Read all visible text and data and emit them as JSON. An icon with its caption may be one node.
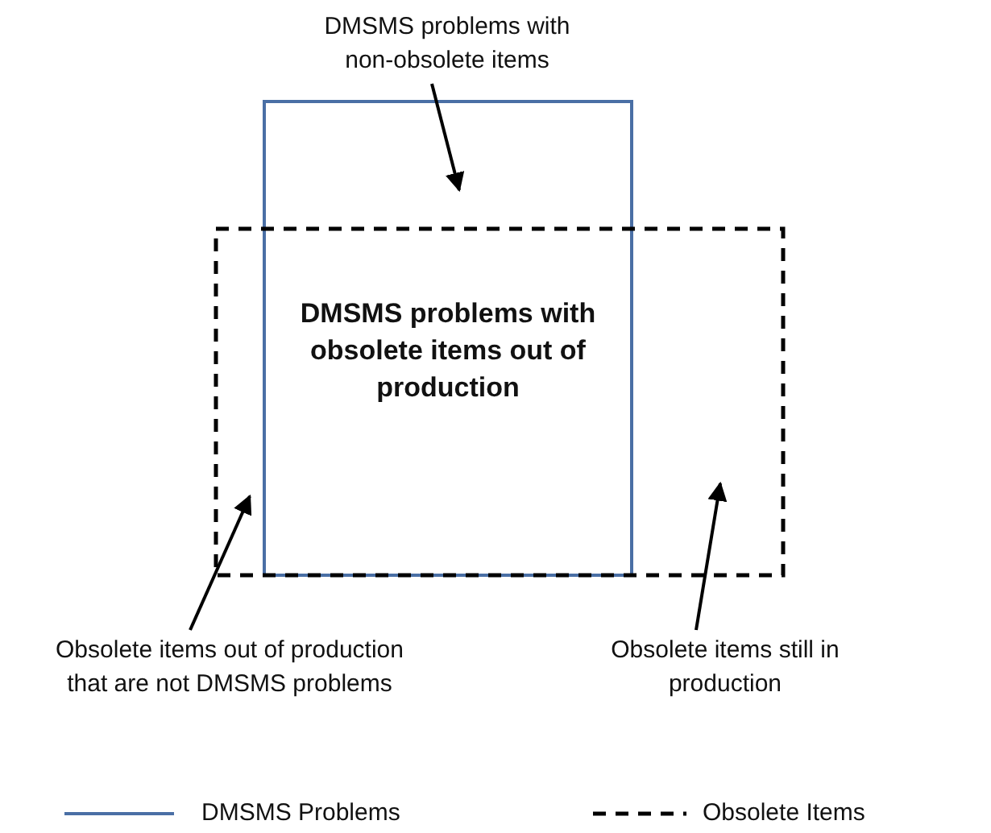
{
  "diagram": {
    "nodes": [
      {
        "text": [
          "DMSMS problems with non-obsolete items"
        ]
      },
      {
        "text": [],
        "shape": "box"
      },
      {
        "text": [],
        "shape": "box"
      },
      {
        "text": [
          "DMSMS problems with obsolete items out of production"
        ]
      },
      {
        "text": [
          "Obsolete items out of production that are not DMSMS problems"
        ]
      },
      {
        "text": [
          "Obsolete items still in production"
        ]
      }
    ],
    "edges": [
      {
        "from": 0,
        "to": 1,
        "arrow": "to"
      },
      {
        "from": 4,
        "to": 2,
        "arrow": "to"
      },
      {
        "from": 5,
        "to": 2,
        "arrow": "to"
      }
    ],
    "legend": [
      {
        "text": "DMSMS Problems"
      },
      {
        "text": "Obsolete Items"
      }
    ]
  }
}
